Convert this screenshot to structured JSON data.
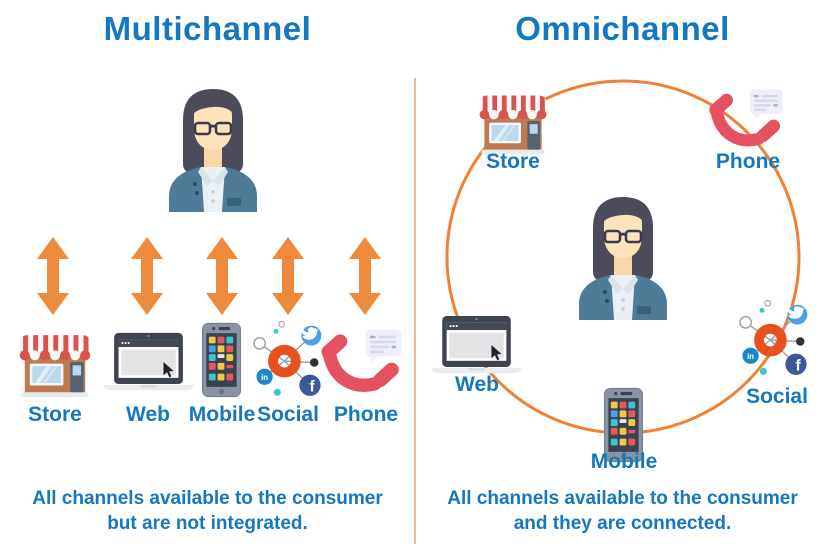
{
  "left": {
    "title": "Multichannel",
    "labels": {
      "store": "Store",
      "web": "Web",
      "mobile": "Mobile",
      "social": "Social",
      "phone": "Phone"
    },
    "caption": [
      "All channels available to the consumer",
      "but are not integrated."
    ]
  },
  "right": {
    "title": "Omnichannel",
    "labels": {
      "store": "Store",
      "web": "Web",
      "mobile": "Mobile",
      "social": "Social",
      "phone": "Phone"
    },
    "caption": [
      "All channels available to the consumer",
      "and they are connected."
    ]
  },
  "social_glyphs": {
    "facebook": "f",
    "linkedin": "in"
  },
  "icons": {
    "person": "consumer-avatar-icon",
    "store": "storefront-icon",
    "web": "laptop-icon",
    "mobile": "smartphone-icon",
    "social": "social-network-icon",
    "phone": "telephone-handset-icon",
    "arrow": "double-headed-arrow-icon",
    "circle": "connection-circle"
  },
  "colors": {
    "accent_blue": "#1478BE",
    "arrow_orange": "#EC8B3D",
    "circle_orange": "#F08033",
    "divider_peach": "#F2B491",
    "handset_red": "#E4525F",
    "awning_red": "#D9524E",
    "store_brown": "#BE7B52",
    "jacket_teal": "#4E7B97",
    "donut_orange": "#E8501F",
    "twitter_blue": "#4AA0E0",
    "facebook_blue": "#3B5998",
    "linkedin_blue": "#1C87C9",
    "teal_dot": "#3EC6CE"
  }
}
